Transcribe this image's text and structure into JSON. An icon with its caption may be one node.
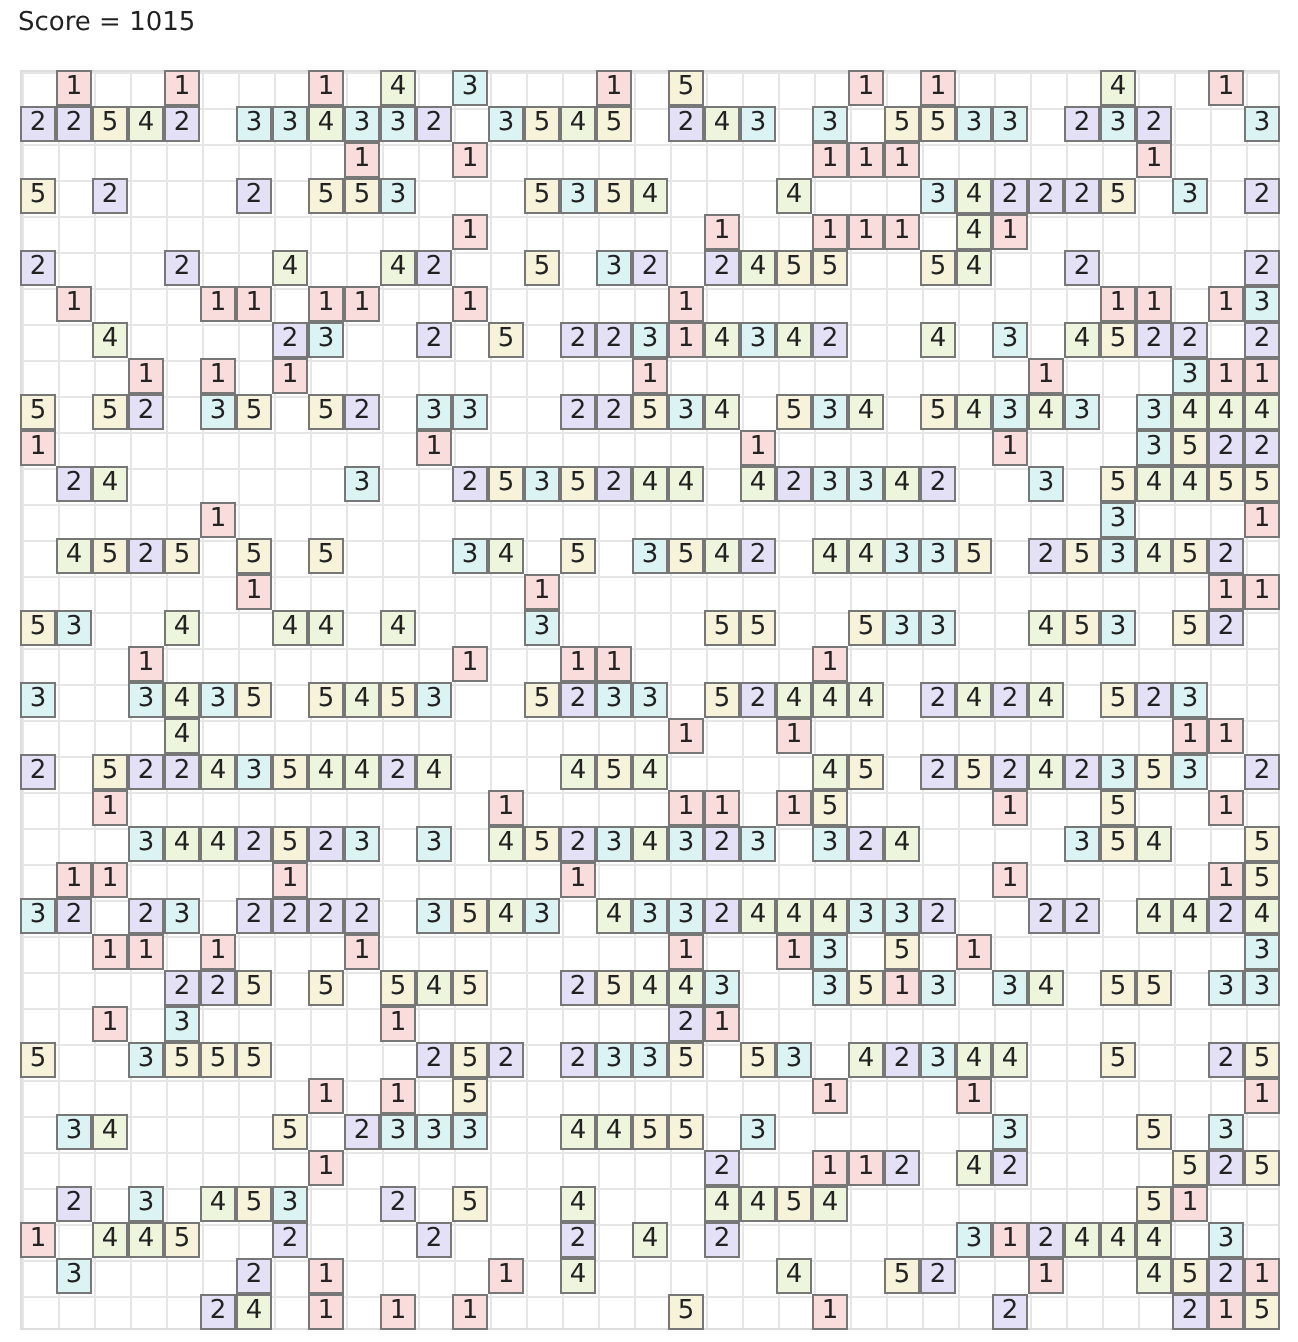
{
  "diagram": {
    "title": "Score = 1015",
    "labels": [
      "1",
      "1",
      "1",
      "4",
      "3",
      "1",
      "5",
      "1",
      "1",
      "4",
      "1",
      "2",
      "2",
      "5",
      "4",
      "2",
      "3",
      "3",
      "4",
      "3",
      "3",
      "2",
      "3",
      "5",
      "4",
      "5",
      "2",
      "4",
      "3",
      "3",
      "5",
      "5",
      "3",
      "3",
      "2",
      "3",
      "2",
      "3",
      "1",
      "1",
      "1",
      "1",
      "1",
      "1",
      "5",
      "2",
      "2",
      "5",
      "5",
      "3",
      "5",
      "3",
      "5",
      "4",
      "4",
      "3",
      "4",
      "2",
      "2",
      "2",
      "5",
      "3",
      "2",
      "1",
      "1",
      "1",
      "1",
      "1",
      "4",
      "1",
      "2",
      "2",
      "4",
      "4",
      "2",
      "5",
      "3",
      "2",
      "2",
      "4",
      "5",
      "5",
      "5",
      "4",
      "2",
      "2",
      "1",
      "1",
      "1",
      "1",
      "1",
      "1",
      "1",
      "1",
      "1",
      "1",
      "3",
      "4",
      "2",
      "3",
      "2",
      "5",
      "2",
      "2",
      "3",
      "1",
      "4",
      "3",
      "4",
      "2",
      "4",
      "3",
      "4",
      "5",
      "2",
      "2",
      "2",
      "1",
      "1",
      "1",
      "1",
      "1",
      "3",
      "1",
      "1",
      "5",
      "5",
      "2",
      "3",
      "5",
      "5",
      "2",
      "3",
      "3",
      "2",
      "2",
      "5",
      "3",
      "4",
      "5",
      "3",
      "4",
      "5",
      "4",
      "3",
      "4",
      "3",
      "3",
      "4",
      "4",
      "4",
      "1",
      "1",
      "1",
      "1",
      "3",
      "5",
      "2",
      "2",
      "2",
      "4",
      "3",
      "2",
      "5",
      "3",
      "5",
      "2",
      "4",
      "4",
      "4",
      "2",
      "3",
      "3",
      "4",
      "2",
      "3",
      "5",
      "4",
      "4",
      "5",
      "5",
      "1",
      "3",
      "1",
      "4",
      "5",
      "2",
      "5",
      "5",
      "5",
      "3",
      "4",
      "5",
      "3",
      "5",
      "4",
      "2",
      "4",
      "4",
      "3",
      "3",
      "5",
      "2",
      "5",
      "3",
      "4",
      "5",
      "2",
      "1",
      "1",
      "1",
      "1",
      "5",
      "3",
      "4",
      "4",
      "4",
      "4",
      "3",
      "5",
      "5",
      "5",
      "3",
      "3",
      "4",
      "5",
      "3",
      "5",
      "2",
      "1",
      "1",
      "1",
      "1",
      "1",
      "3",
      "3",
      "4",
      "3",
      "5",
      "5",
      "4",
      "5",
      "3",
      "5",
      "2",
      "3",
      "3",
      "5",
      "2",
      "4",
      "4",
      "4",
      "2",
      "4",
      "2",
      "4",
      "5",
      "2",
      "3",
      "4",
      "1",
      "1",
      "1",
      "1",
      "2",
      "5",
      "2",
      "2",
      "4",
      "3",
      "5",
      "4",
      "4",
      "2",
      "4",
      "4",
      "5",
      "4",
      "4",
      "5",
      "2",
      "5",
      "2",
      "4",
      "2",
      "3",
      "5",
      "3",
      "2",
      "1",
      "1",
      "1",
      "1",
      "1",
      "5",
      "1",
      "5",
      "1",
      "3",
      "4",
      "4",
      "2",
      "5",
      "2",
      "3",
      "3",
      "4",
      "5",
      "2",
      "3",
      "4",
      "3",
      "2",
      "3",
      "3",
      "2",
      "4",
      "3",
      "5",
      "4",
      "5",
      "1",
      "1",
      "1",
      "1",
      "1",
      "1",
      "5",
      "3",
      "2",
      "2",
      "3",
      "2",
      "2",
      "2",
      "2",
      "3",
      "5",
      "4",
      "3",
      "4",
      "3",
      "3",
      "2",
      "4",
      "4",
      "4",
      "3",
      "3",
      "2",
      "2",
      "2",
      "4",
      "4",
      "2",
      "4",
      "1",
      "1",
      "1",
      "1",
      "1",
      "1",
      "3",
      "5",
      "1",
      "3",
      "2",
      "2",
      "5",
      "5",
      "5",
      "4",
      "5",
      "2",
      "5",
      "4",
      "4",
      "3",
      "3",
      "5",
      "1",
      "3",
      "3",
      "4",
      "5",
      "5",
      "3",
      "3",
      "1",
      "3",
      "1",
      "2",
      "1",
      "5",
      "3",
      "5",
      "5",
      "5",
      "2",
      "5",
      "2",
      "2",
      "3",
      "3",
      "5",
      "5",
      "3",
      "4",
      "2",
      "3",
      "4",
      "4",
      "5",
      "2",
      "5",
      "1",
      "1",
      "5",
      "1",
      "1",
      "1",
      "3",
      "4",
      "5",
      "2",
      "3",
      "3",
      "3",
      "4",
      "4",
      "5",
      "5",
      "3",
      "3",
      "5",
      "3",
      "1",
      "2",
      "1",
      "1",
      "2",
      "4",
      "2",
      "5",
      "2",
      "5",
      "2",
      "3",
      "4",
      "5",
      "3",
      "2",
      "5",
      "4",
      "4",
      "4",
      "5",
      "4",
      "5",
      "1",
      "1",
      "4",
      "4",
      "5",
      "2",
      "2",
      "2",
      "4",
      "2",
      "3",
      "1",
      "2",
      "4",
      "4",
      "4",
      "3",
      "3",
      "2",
      "1",
      "1",
      "4",
      "4",
      "5",
      "2",
      "1",
      "4",
      "5",
      "2",
      "1",
      "2",
      "4",
      "1",
      "1",
      "1",
      "5",
      "1",
      "2",
      "2",
      "1",
      "5"
    ]
  }
}
